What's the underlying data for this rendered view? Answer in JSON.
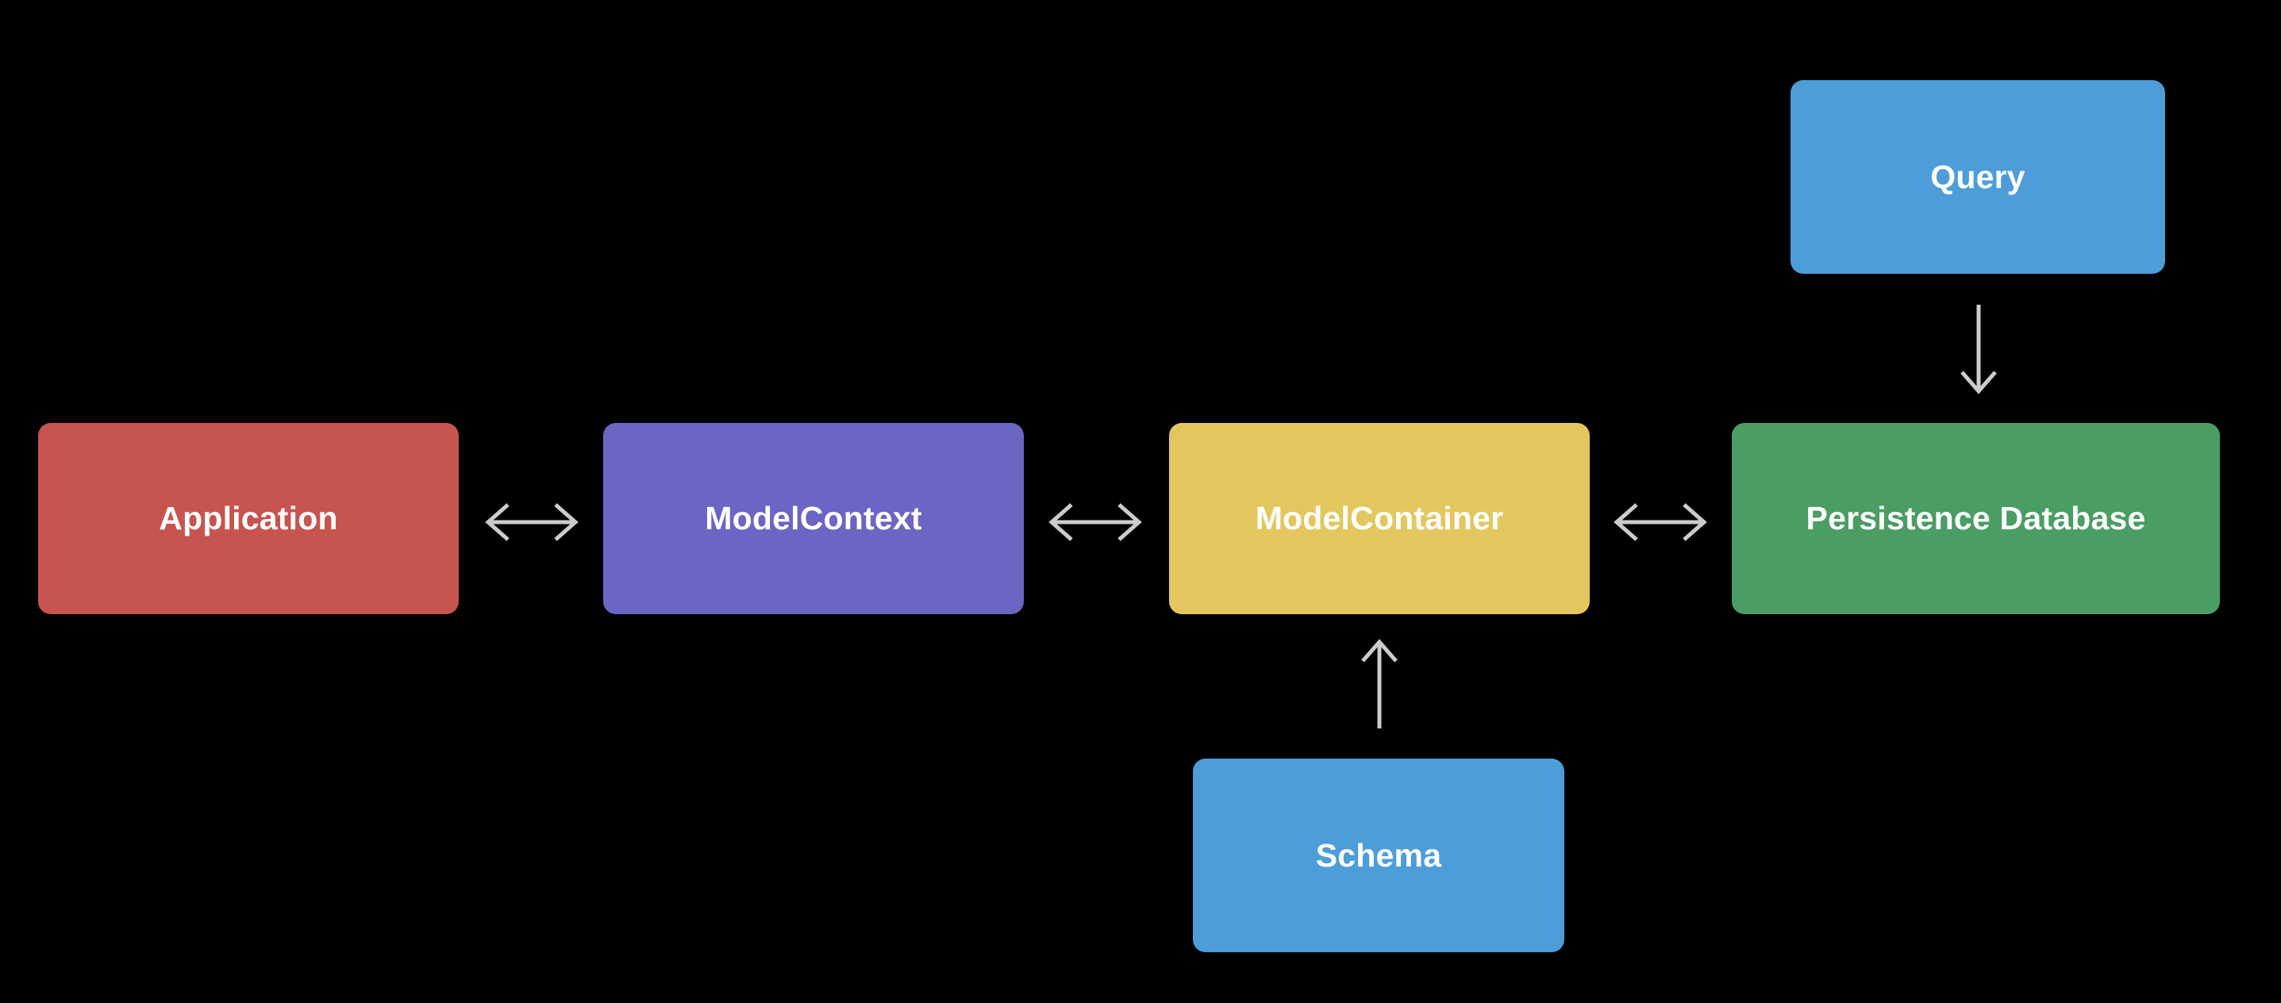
{
  "diagram": {
    "type": "block-architecture-diagram",
    "background_color": "#000000",
    "connector_color": "#CCCCCC",
    "nodes": [
      {
        "id": "application",
        "label": "Application",
        "color": "#C8544F",
        "text_color": "#FFFFFF"
      },
      {
        "id": "modelcontext",
        "label": "ModelContext",
        "color": "#6B66C4",
        "text_color": "#FFFFFF"
      },
      {
        "id": "modelcontainer",
        "label": "ModelContainer",
        "color": "#E3C75E",
        "text_color": "#FFFFFF"
      },
      {
        "id": "persistencedb",
        "label": "Persistence Database",
        "color": "#4A9D63",
        "text_color": "#FFFFFF"
      },
      {
        "id": "query",
        "label": "Query",
        "color": "#4D9DD9",
        "text_color": "#FFFFFF"
      },
      {
        "id": "schema",
        "label": "Schema",
        "color": "#4D9DD9",
        "text_color": "#FFFFFF"
      }
    ],
    "edges": [
      {
        "id": "application-modelcontext",
        "from": "application",
        "to": "modelcontext",
        "style": "double-arrow-horizontal"
      },
      {
        "id": "modelcontext-modelcontainer",
        "from": "modelcontext",
        "to": "modelcontainer",
        "style": "double-arrow-horizontal"
      },
      {
        "id": "modelcontainer-persistence",
        "from": "modelcontainer",
        "to": "persistencedb",
        "style": "double-arrow-horizontal"
      },
      {
        "id": "query-persistence",
        "from": "query",
        "to": "persistencedb",
        "style": "single-arrow-down"
      },
      {
        "id": "schema-modelcontainer",
        "from": "schema",
        "to": "modelcontainer",
        "style": "single-arrow-up"
      }
    ]
  }
}
